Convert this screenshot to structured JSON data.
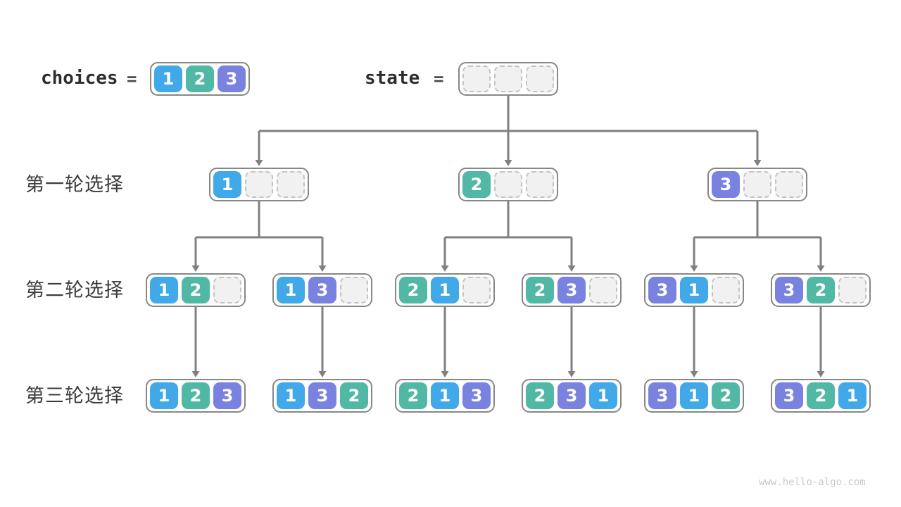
{
  "diagram": {
    "choices_label": "choices",
    "state_label": "state",
    "equals": "=",
    "choices": [
      "1",
      "2",
      "3"
    ],
    "state_slots": 3,
    "round_labels": [
      "第一轮选择",
      "第二轮选择",
      "第三轮选择"
    ],
    "rows": [
      [
        [
          "1"
        ],
        [
          "2"
        ],
        [
          "3"
        ]
      ],
      [
        [
          "1",
          "2"
        ],
        [
          "1",
          "3"
        ],
        [
          "2",
          "1"
        ],
        [
          "2",
          "3"
        ],
        [
          "3",
          "1"
        ],
        [
          "3",
          "2"
        ]
      ],
      [
        [
          "1",
          "2",
          "3"
        ],
        [
          "1",
          "3",
          "2"
        ],
        [
          "2",
          "1",
          "3"
        ],
        [
          "2",
          "3",
          "1"
        ],
        [
          "3",
          "1",
          "2"
        ],
        [
          "3",
          "2",
          "1"
        ]
      ]
    ],
    "watermark": "www.hello-algo.com"
  },
  "colors": {
    "1": "#41a9e8",
    "2": "#52b8a6",
    "3": "#7a82e0",
    "arrow": "#808080",
    "box_border": "#878787",
    "empty_fill": "#f1f1f1"
  }
}
